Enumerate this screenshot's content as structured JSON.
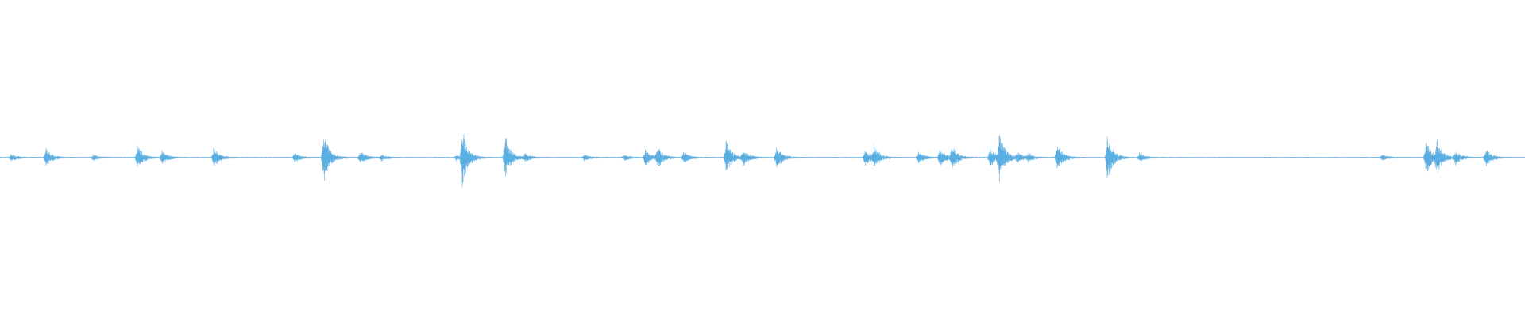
{
  "waveform": {
    "color": "#5aaee2",
    "baseline_amplitude": 0.012,
    "peaks": [
      {
        "t": 0.007,
        "a": 0.06
      },
      {
        "t": 0.03,
        "a": 0.16
      },
      {
        "t": 0.061,
        "a": 0.05
      },
      {
        "t": 0.09,
        "a": 0.22
      },
      {
        "t": 0.106,
        "a": 0.12
      },
      {
        "t": 0.14,
        "a": 0.16
      },
      {
        "t": 0.193,
        "a": 0.08
      },
      {
        "t": 0.212,
        "a": 0.45
      },
      {
        "t": 0.236,
        "a": 0.12
      },
      {
        "t": 0.25,
        "a": 0.05
      },
      {
        "t": 0.299,
        "a": 0.05
      },
      {
        "t": 0.303,
        "a": 0.5
      },
      {
        "t": 0.331,
        "a": 0.38
      },
      {
        "t": 0.344,
        "a": 0.07
      },
      {
        "t": 0.383,
        "a": 0.05
      },
      {
        "t": 0.409,
        "a": 0.05
      },
      {
        "t": 0.423,
        "a": 0.14
      },
      {
        "t": 0.431,
        "a": 0.18
      },
      {
        "t": 0.448,
        "a": 0.1
      },
      {
        "t": 0.476,
        "a": 0.3
      },
      {
        "t": 0.487,
        "a": 0.14
      },
      {
        "t": 0.509,
        "a": 0.2
      },
      {
        "t": 0.567,
        "a": 0.14
      },
      {
        "t": 0.573,
        "a": 0.18
      },
      {
        "t": 0.602,
        "a": 0.1
      },
      {
        "t": 0.616,
        "a": 0.15
      },
      {
        "t": 0.624,
        "a": 0.2
      },
      {
        "t": 0.649,
        "a": 0.18
      },
      {
        "t": 0.655,
        "a": 0.42
      },
      {
        "t": 0.667,
        "a": 0.08
      },
      {
        "t": 0.674,
        "a": 0.07
      },
      {
        "t": 0.693,
        "a": 0.24
      },
      {
        "t": 0.726,
        "a": 0.4
      },
      {
        "t": 0.747,
        "a": 0.08
      },
      {
        "t": 0.906,
        "a": 0.05
      },
      {
        "t": 0.935,
        "a": 0.3
      },
      {
        "t": 0.942,
        "a": 0.28
      },
      {
        "t": 0.954,
        "a": 0.12
      },
      {
        "t": 0.974,
        "a": 0.16
      }
    ]
  }
}
